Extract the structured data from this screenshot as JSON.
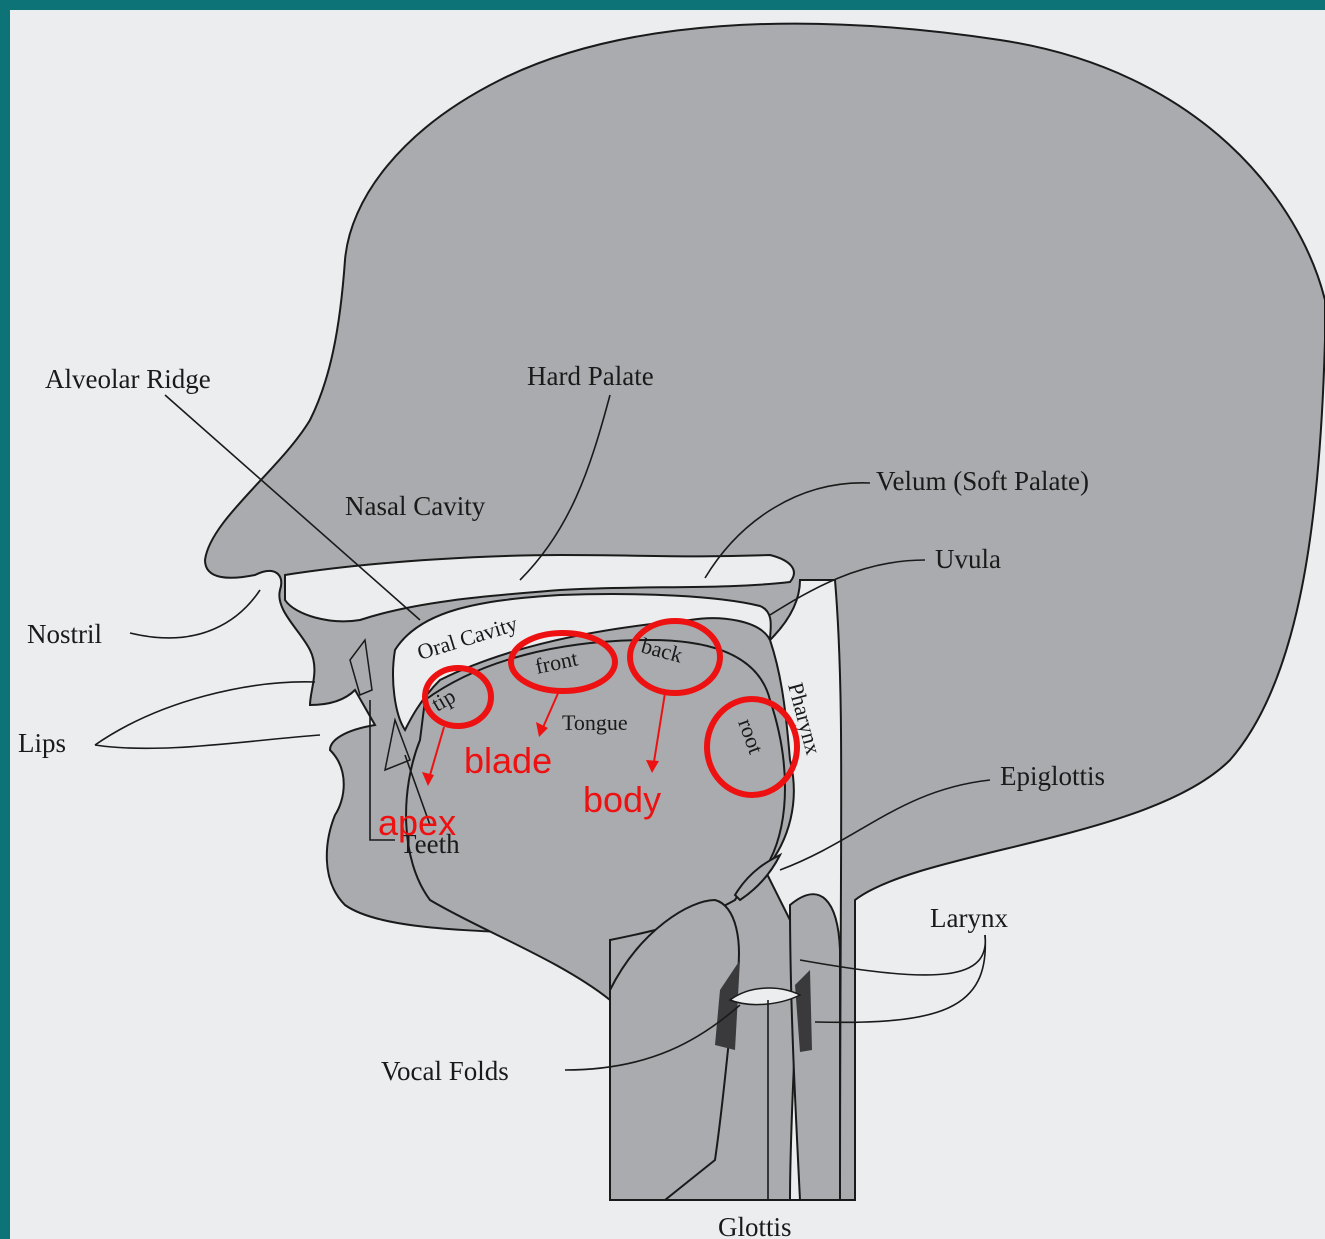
{
  "labels": {
    "alveolar_ridge": "Alveolar Ridge",
    "hard_palate": "Hard Palate",
    "nasal_cavity": "Nasal Cavity",
    "velum": "Velum (Soft Palate)",
    "uvula": "Uvula",
    "nostril": "Nostril",
    "oral_cavity": "Oral Cavity",
    "lips": "Lips",
    "tongue": "Tongue",
    "pharynx": "Pharynx",
    "epiglottis": "Epiglottis",
    "teeth": "Teeth",
    "larynx": "Larynx",
    "vocal_folds": "Vocal Folds",
    "glottis": "Glottis"
  },
  "tongue_parts": {
    "tip": "tip",
    "front": "front",
    "back": "back",
    "root": "root"
  },
  "annotations": {
    "apex": "apex",
    "blade": "blade",
    "body": "body"
  },
  "colors": {
    "background": "#0d7377",
    "paper": "#ecedee",
    "anatomy_fill": "#a9abae",
    "annotation": "#ee1111"
  }
}
